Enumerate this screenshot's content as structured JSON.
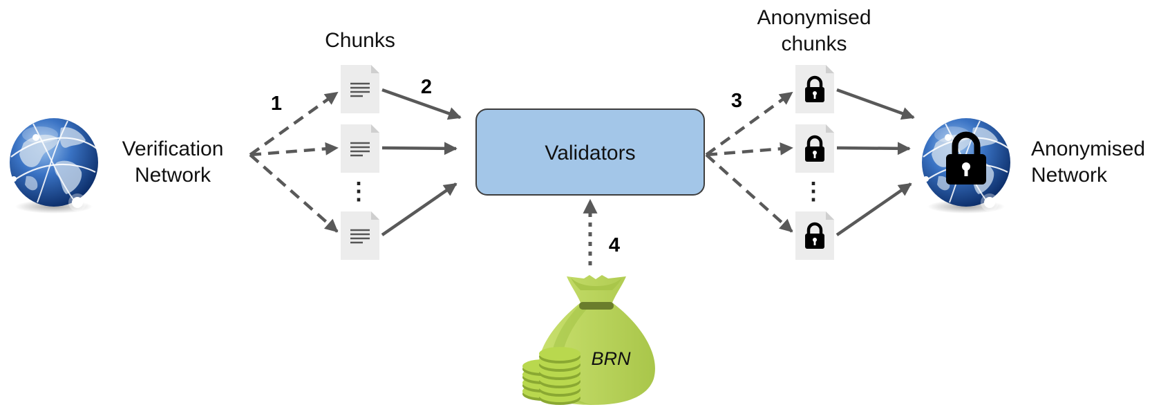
{
  "labels": {
    "source_network_line1": "Verification",
    "source_network_line2": "Network",
    "chunks_title": "Chunks",
    "anon_chunks_line1": "Anonymised",
    "anon_chunks_line2": "chunks",
    "target_network_line1": "Anonymised",
    "target_network_line2": "Network",
    "validators": "Validators",
    "token": "BRN",
    "ellipsis": "⋮"
  },
  "steps": [
    "1",
    "2",
    "3",
    "4"
  ],
  "colors": {
    "arrow": "#595959",
    "validators_fill": "#a3c6e8",
    "validators_stroke": "#3d3d3d",
    "doc_page": "#ececec",
    "doc_fold": "#cfcfcf",
    "doc_lines": "#555555",
    "lock": "#000000",
    "globe_dark": "#0d2f6b",
    "globe_light": "#7aa9de",
    "land": "#c7d7ea",
    "bag_fill": "#b7d45c",
    "bag_dark": "#8fb03a",
    "bag_tie": "#6a7d2c",
    "coin_fill": "#b9d84e",
    "coin_dark": "#8aa832"
  },
  "icons": {
    "source": "globe-icon",
    "target": "globe-lock-icon",
    "chunk": "document-icon",
    "anon_chunk": "locked-document-icon",
    "token": "money-bag-icon",
    "coins": "coin-stack-icon"
  }
}
